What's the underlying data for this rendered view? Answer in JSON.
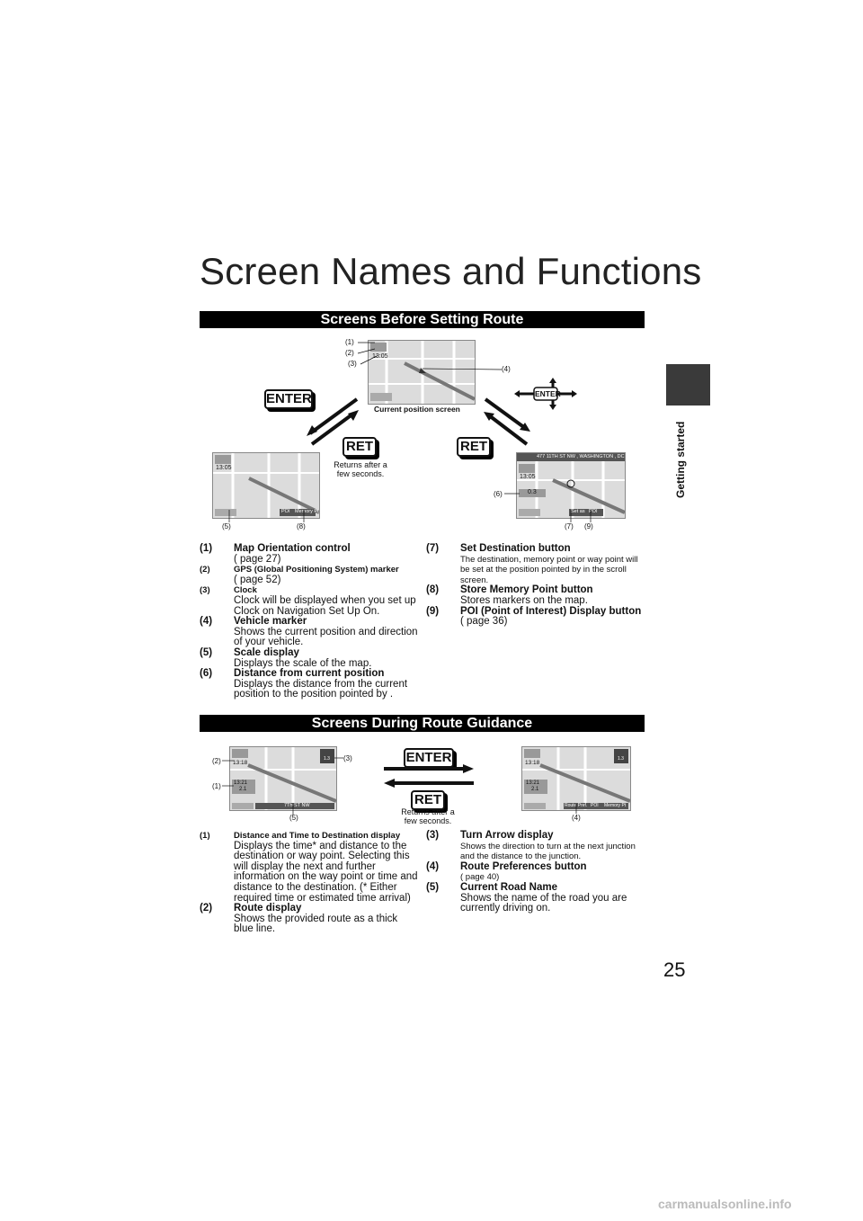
{
  "page": {
    "title": "Screen Names and Functions",
    "side_label": "Getting started",
    "page_number": "25",
    "footer": "carmanualsonline.info"
  },
  "section1": {
    "banner": "Screens Before Setting Route",
    "enter_label": "ENTER",
    "ret_label": "RET",
    "current_position_caption": "Current position screen",
    "returns_caption": "Returns after a few seconds.",
    "callouts": {
      "c1": "(1)",
      "c2": "(2)",
      "c3": "(3)",
      "c4": "(4)",
      "c5": "(5)",
      "c6": "(6)",
      "c7": "(7)",
      "c8": "(8)",
      "c9": "(9)"
    },
    "map_texts": {
      "clock": "13:05",
      "address": "477 11TH ST NW , WASHINGTON , DC",
      "distance": "0.3",
      "poi": "POI",
      "memory": "Memory Pt",
      "set_as": "Set as"
    },
    "items_left": [
      {
        "num": "(1)",
        "head": "Map Orientation control",
        "body": "( page 27)",
        "icon": true
      },
      {
        "num": "(2)",
        "head": "GPS (Global Positioning System) marker",
        "body": "( page 52)",
        "icon": true
      },
      {
        "num": "(3)",
        "head": "Clock",
        "body": "Clock will be displayed when you set up Clock on Navigation Set Up On."
      },
      {
        "num": "(4)",
        "head": "Vehicle marker",
        "body": "Shows the current position and direction of your vehicle."
      },
      {
        "num": "(5)",
        "head": "Scale display",
        "body": "Displays the scale of the map."
      },
      {
        "num": "(6)",
        "head": "Distance from current position",
        "body": "Displays the distance from the current position to the position pointed by ."
      }
    ],
    "items_right": [
      {
        "num": "(7)",
        "head": "Set Destination button",
        "body": "The destination, memory point or way point will be set at the position pointed by  in the scroll screen."
      },
      {
        "num": "(8)",
        "head": "Store Memory Point button",
        "body": "Stores markers on the map."
      },
      {
        "num": "(9)",
        "head": "POI (Point of Interest) Display button",
        "body": "( page 36)",
        "icon": true
      }
    ]
  },
  "section2": {
    "banner": "Screens During Route Guidance",
    "enter_label": "ENTER",
    "ret_label": "RET",
    "returns_caption": "Returns after a few seconds.",
    "callouts": {
      "c1": "(1)",
      "c2": "(2)",
      "c3": "(3)",
      "c4": "(4)",
      "c5": "(5)"
    },
    "map_texts": {
      "clock": "13:18",
      "eta": "13:21",
      "dist": "2.1",
      "road": "7Th ST NW",
      "route_pref": "Route Pref.",
      "poi": "POI",
      "memory": "Memory Pt",
      "turn_dist": "1.3"
    },
    "items_left": [
      {
        "num": "(1)",
        "head": "Distance and Time to Destination display",
        "body": "Displays the time* and distance to the destination or way point. Selecting this will display the next and further information on the way point or time and distance to the destination. (* Either required time or estimated time arrival)"
      },
      {
        "num": "(2)",
        "head": "Route display",
        "body": "Shows the provided route as a thick blue line."
      }
    ],
    "items_right": [
      {
        "num": "(3)",
        "head": "Turn Arrow display",
        "body": "Shows the direction to turn at the next junction and the distance to the junction."
      },
      {
        "num": "(4)",
        "head": "Route Preferences button",
        "body": "( page 40)",
        "icon": true
      },
      {
        "num": "(5)",
        "head": "Current Road Name",
        "body": "Shows the name of the road you are currently driving on."
      }
    ]
  }
}
